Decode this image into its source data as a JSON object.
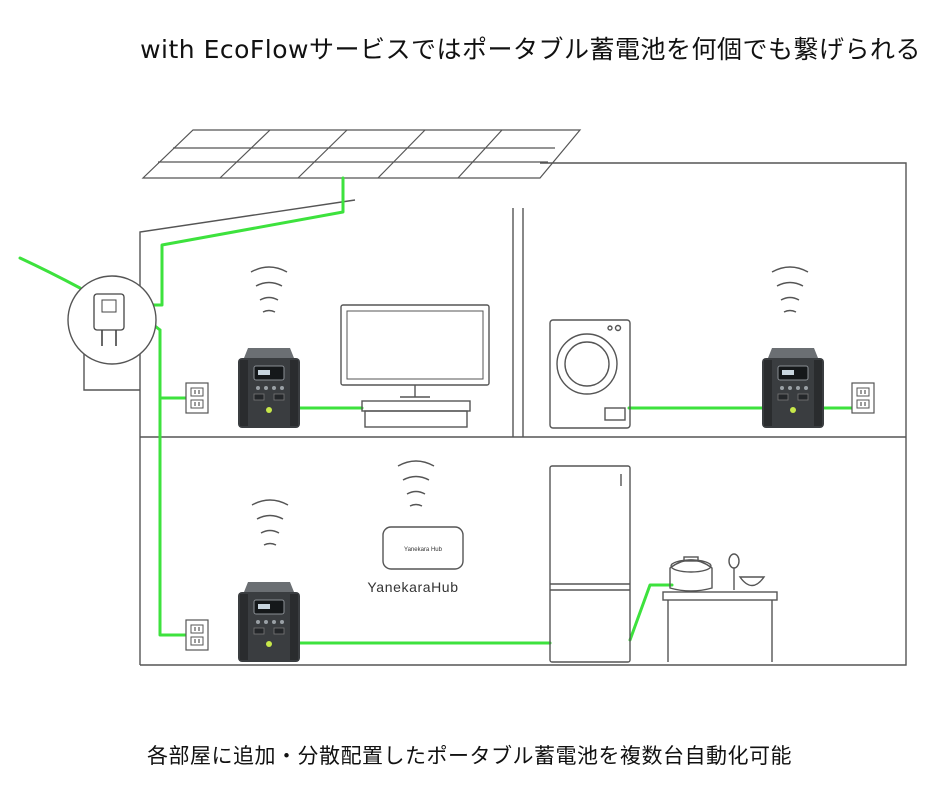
{
  "header": {
    "title": "with EcoFlowサービスではポータブル蓄電池を何個でも繋げられる"
  },
  "hub": {
    "label": "YanekaraHub",
    "device_label": "Yanekara Hub"
  },
  "footer": {
    "caption": "各部屋に追加・分散配置したポータブル蓄電池を複数台自動化可能"
  },
  "colors": {
    "wire": "#3de23d",
    "outline": "#555555",
    "battery_body": "#3a3d40",
    "battery_top": "#6b6f73",
    "accent": "#c7e84a"
  },
  "icons": [
    "solar-panel-icon",
    "power-meter-icon",
    "battery-icon",
    "wifi-signal-icon",
    "tv-icon",
    "washing-machine-icon",
    "fridge-icon",
    "rice-cooker-icon",
    "bowl-icon",
    "outlet-icon"
  ]
}
